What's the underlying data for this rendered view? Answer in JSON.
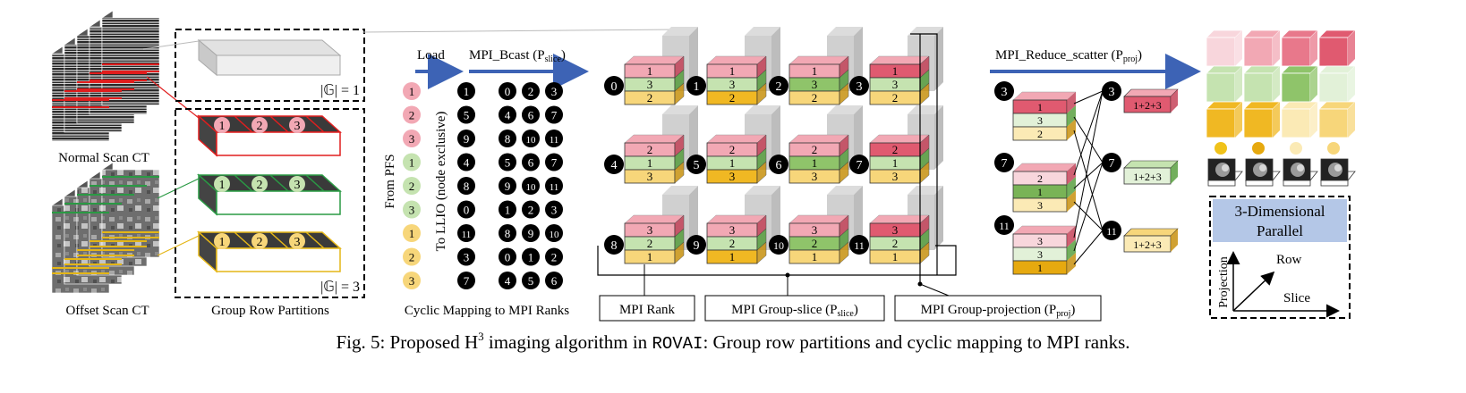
{
  "left": {
    "normal_scan_label": "Normal Scan CT",
    "offset_scan_label": "Offset Scan CT",
    "group_row_label": "Group Row Partitions",
    "group_size_1": "|𝔾| = 1",
    "group_size_3": "|𝔾| = 3",
    "partition_numbers": [
      "1",
      "2",
      "3"
    ]
  },
  "mapping": {
    "load_label": "Load",
    "bcast_label": "MPI_Bcast (P",
    "bcast_sub": "slice",
    "bcast_close": ")",
    "from_pfs_label": "From PFS",
    "to_llio_label": "To LLIO (node exclusive)",
    "pfs_items": [
      "1",
      "2",
      "3",
      "1",
      "2",
      "3",
      "1",
      "2",
      "3"
    ],
    "llio_items": [
      "1",
      "5",
      "9",
      "4",
      "8",
      "0",
      "11",
      "3",
      "7"
    ],
    "bcast_rows": [
      [
        "0",
        "2",
        "3"
      ],
      [
        "4",
        "6",
        "7"
      ],
      [
        "8",
        "10",
        "11"
      ],
      [
        "5",
        "6",
        "7"
      ],
      [
        "9",
        "10",
        "11"
      ],
      [
        "1",
        "2",
        "3"
      ],
      [
        "8",
        "9",
        "10"
      ],
      [
        "0",
        "1",
        "2"
      ],
      [
        "4",
        "5",
        "6"
      ]
    ],
    "caption": "Cyclic Mapping to MPI Ranks"
  },
  "grid": {
    "ranks": [
      "0",
      "1",
      "2",
      "3",
      "4",
      "5",
      "6",
      "7",
      "8",
      "9",
      "10",
      "11"
    ],
    "stacks": [
      [
        "1",
        "3",
        "2"
      ],
      [
        "1",
        "3",
        "2"
      ],
      [
        "1",
        "3",
        "2"
      ],
      [
        "1",
        "3",
        "2"
      ],
      [
        "2",
        "1",
        "3"
      ],
      [
        "2",
        "1",
        "3"
      ],
      [
        "2",
        "1",
        "3"
      ],
      [
        "2",
        "1",
        "3"
      ],
      [
        "3",
        "2",
        "1"
      ],
      [
        "3",
        "2",
        "1"
      ],
      [
        "3",
        "2",
        "1"
      ],
      [
        "3",
        "2",
        "1"
      ]
    ],
    "legend_rank": "MPI Rank",
    "legend_slice": "MPI Group-slice (P",
    "legend_slice_sub": "slice",
    "legend_proj": "MPI Group-projection (P",
    "legend_proj_sub": "proj",
    "legend_close": ")"
  },
  "reduce": {
    "label": "MPI_Reduce_scatter (P",
    "label_sub": "proj",
    "label_close": ")",
    "src_ranks": [
      "3",
      "7",
      "11"
    ],
    "src_stacks": [
      [
        "1",
        "3",
        "2"
      ],
      [
        "2",
        "1",
        "3"
      ],
      [
        "3",
        "3",
        "1"
      ]
    ],
    "dst_ranks": [
      "3",
      "7",
      "11"
    ],
    "sums": [
      "1+2+3",
      "1+2+3",
      "1+2+3"
    ]
  },
  "right": {
    "title_line1": "3-Dimensional",
    "title_line2": "Parallel",
    "axis_row": "Row",
    "axis_projection": "Projection",
    "axis_slice": "Slice"
  },
  "caption": {
    "prefix": "Fig. 5: Proposed H",
    "superscript": "3",
    "middle": " imaging algorithm in ",
    "system": "ROVAI",
    "suffix": ": Group row partitions and cyclic mapping to MPI ranks."
  }
}
